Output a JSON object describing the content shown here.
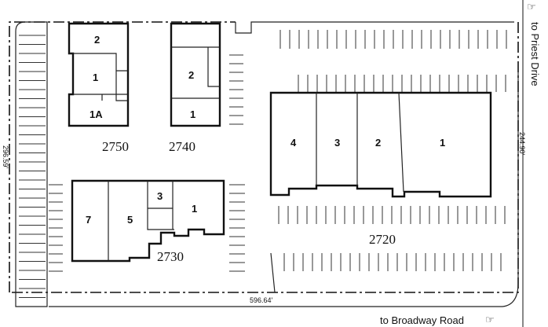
{
  "buildings": {
    "b2750": {
      "number": "2750",
      "units": [
        "2",
        "1",
        "1A"
      ]
    },
    "b2740": {
      "number": "2740",
      "units": [
        "2",
        "1"
      ]
    },
    "b2730": {
      "number": "2730",
      "units": [
        "7",
        "5",
        "3",
        "1"
      ]
    },
    "b2720": {
      "number": "2720",
      "units": [
        "4",
        "3",
        "2",
        "1"
      ]
    }
  },
  "dimensions": {
    "west": "296.59'",
    "east": "244.90'",
    "south": "596.64'"
  },
  "roads": {
    "east": "to Priest Drive",
    "south": "to Broadway Road"
  },
  "icons": {
    "pointer": "pointing-hand-icon"
  }
}
